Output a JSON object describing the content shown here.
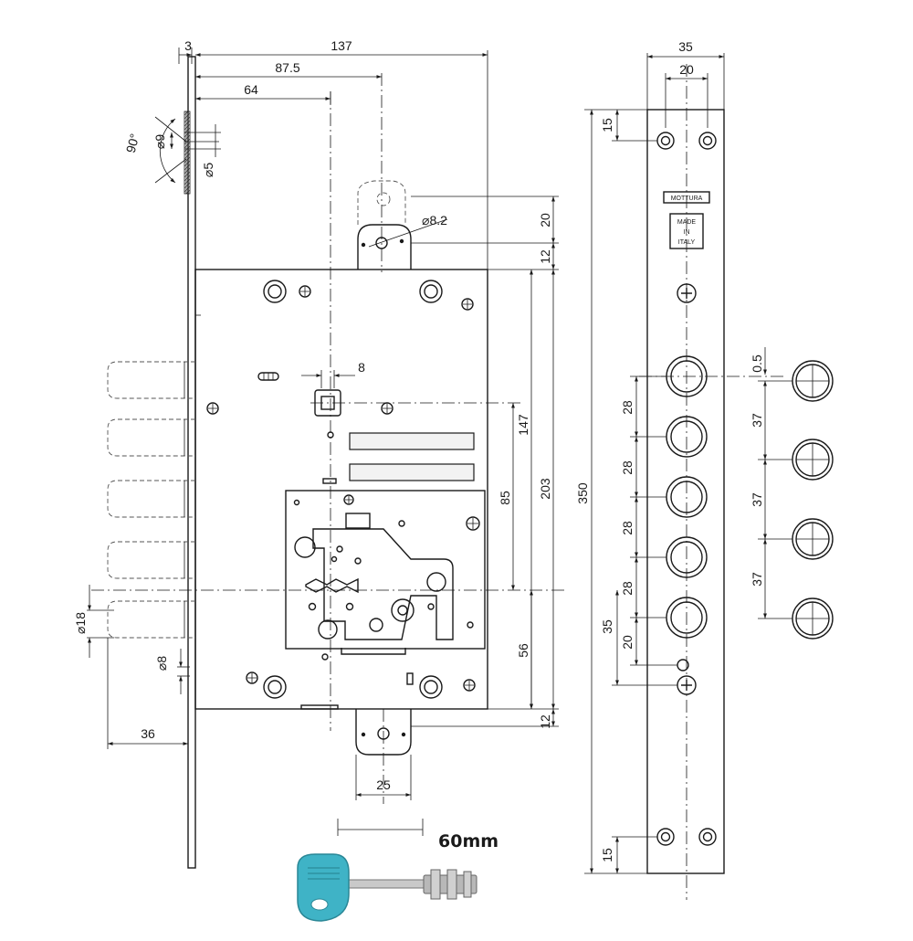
{
  "dimensions": {
    "faceplate_thickness": "3",
    "backset_total": "137",
    "spindle_to_face": "87.5",
    "cylinder_to_face": "64",
    "chamfer_angle": "90°",
    "countersink_dia": "⌀9",
    "screw_dia": "⌀5",
    "pin_dia": "⌀8.2",
    "top_pin_offset": "20",
    "top_gap": "12",
    "square_spindle": "8",
    "dist_147": "147",
    "dist_203": "203",
    "dist_85": "85",
    "dist_56": "56",
    "bottom_gap": "12",
    "bottom_width": "25",
    "bolt_dia": "⌀18",
    "small_hole_dia": "⌀8",
    "bolt_throw": "36",
    "plate_width": "35",
    "plate_hole_spacing": "20",
    "plate_top_margin": "15",
    "plate_length": "350",
    "bolt_pitch_1": "28",
    "bolt_pitch_2": "28",
    "bolt_pitch_3": "28",
    "bolt_pitch_4": "28",
    "bottom_bolt_to_hole": "35",
    "hole_to_screw": "20",
    "plate_bottom_margin": "15",
    "strike_offset": "0.5",
    "strike_pitch_1": "37",
    "strike_pitch_2": "37",
    "strike_pitch_3": "37"
  },
  "faceplate": {
    "brand": "MOTTURA",
    "origin_line1": "MADE",
    "origin_line2": "IN",
    "origin_line3": "ITALY"
  },
  "key": {
    "length_label": "60mm",
    "handle_color": "#3fb3c6"
  }
}
